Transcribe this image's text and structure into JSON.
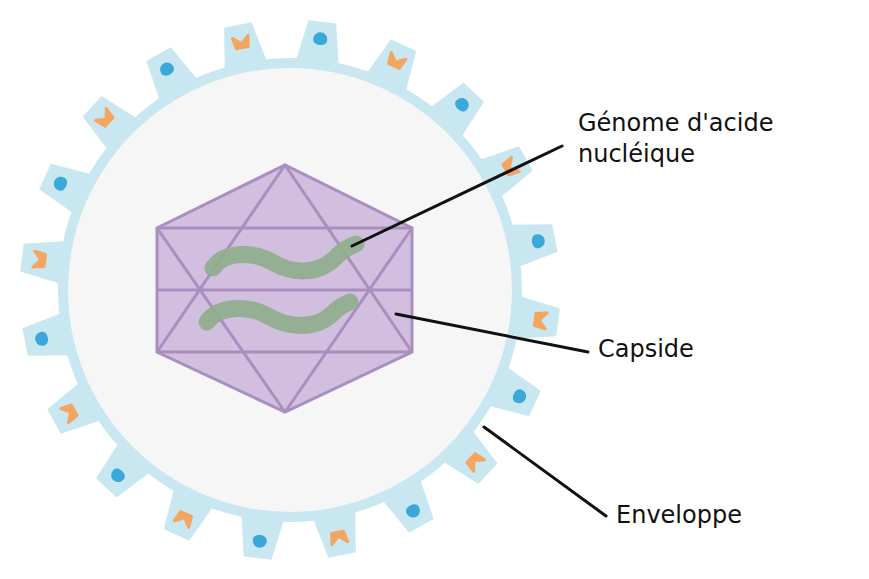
{
  "diagram": {
    "labels": [
      "Génome d'acide nucléique",
      "Capside",
      "Enveloppe"
    ]
  }
}
